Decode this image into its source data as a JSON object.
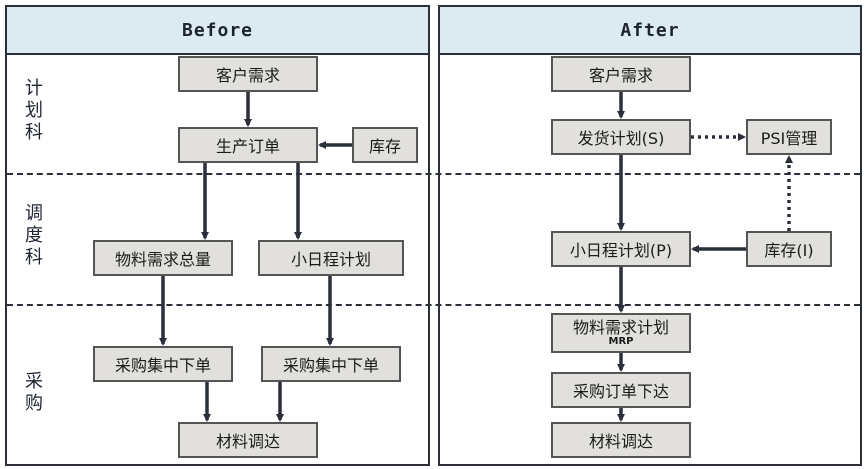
{
  "before": {
    "title": "Before",
    "departments": [
      "计\n划\n科",
      "调\n度\n科",
      "采\n购"
    ],
    "nodes": {
      "customer": "客户需求",
      "production_order": "生产订单",
      "inventory": "库存",
      "material_total": "物料需求总量",
      "schedule": "小日程计划",
      "purchase1": "采购集中下单",
      "purchase2": "采购集中下单",
      "material_delivery": "材料调达"
    }
  },
  "after": {
    "title": "After",
    "nodes": {
      "customer": "客户需求",
      "shipping_plan": "发货计划(S)",
      "psi": "PSI管理",
      "schedule": "小日程计划(P)",
      "inventory": "库存(I)",
      "mrp": "物料需求计划",
      "mrp_sub": "MRP",
      "purchase_order": "采购订单下达",
      "material_delivery": "材料调达"
    }
  },
  "colors": {
    "header_bg": "#dcebf1",
    "box_bg": "#e2e0dc",
    "arrow": "#2b2f3a"
  }
}
